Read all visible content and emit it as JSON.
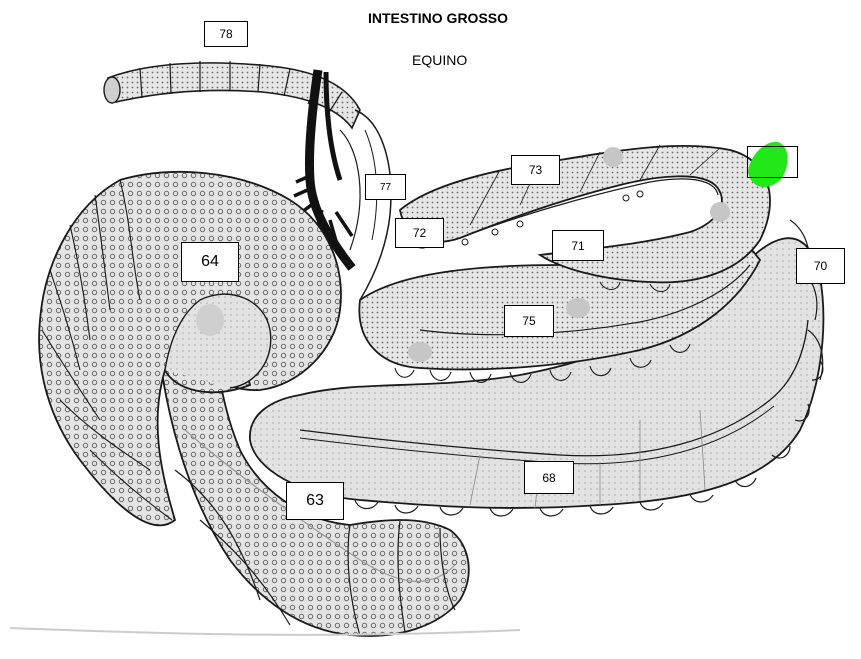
{
  "title": "INTESTINO GROSSO",
  "subtitle": "EQUINO",
  "labels": {
    "l78": "78",
    "l77": "77",
    "l73": "73",
    "l72": "72",
    "l71": "71",
    "l70": "70",
    "l75": "75",
    "l64": "64",
    "l63": "63",
    "l68": "68",
    "l_blank": ""
  },
  "colors": {
    "organ_fill": "#dcdcdc",
    "dots": "#7a7a7a",
    "outline": "#1a1a1a",
    "vessel": "#111111",
    "marker": "#22e81a"
  }
}
